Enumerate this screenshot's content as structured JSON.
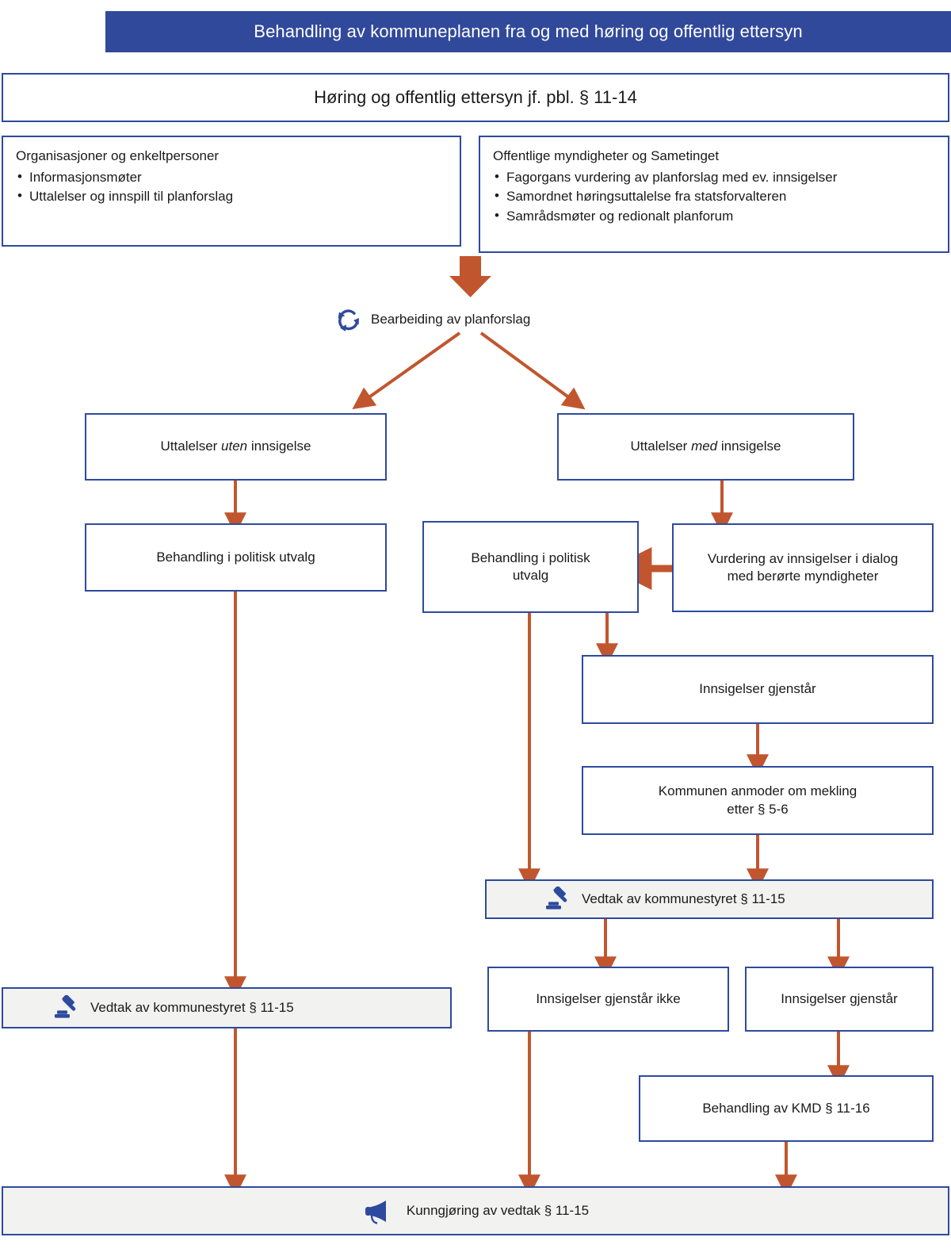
{
  "colors": {
    "banner_bg": "#31499B",
    "box_border": "#2E4A9E",
    "arrow": "#C1562E",
    "gray_fill": "#F2F2F0",
    "icon_blue": "#2E4A9E",
    "text": "#1A1A1A"
  },
  "banner": {
    "title": "Behandling av kommuneplanen fra og med høring og offentlig ettersyn"
  },
  "hearing_box": {
    "label": "Høring og offentlig ettersyn jf. pbl. § 11-14"
  },
  "participants": {
    "left": {
      "heading": "Organisasjoner og enkeltpersoner",
      "items": [
        "Informasjonsmøter",
        "Uttalelser og innspill til planforslag"
      ]
    },
    "right": {
      "heading": "Offentlige myndigheter og Sametinget",
      "items": [
        "Fagorgans vurdering av planforslag med ev. innsigelser",
        "Samordnet høringsuttalelse fra statsforvalteren",
        "Samrådsmøter og redionalt planforum"
      ]
    }
  },
  "processing": {
    "icon": "recycle-arrows-icon",
    "label": "Bearbeiding av planforslag"
  },
  "branches": {
    "without_objection": {
      "pre": "Uttalelser ",
      "emph": "uten",
      "post": " innsigelse"
    },
    "with_objection": {
      "pre": "Uttalelser ",
      "emph": "med",
      "post": " innsigelse"
    }
  },
  "nodes": {
    "political_left": "Behandling i politisk utvalg",
    "political_mid": "Behandling i politisk utvalg",
    "assessment": "Vurdering av innsigelser i dialog med berørte myndigheter",
    "objections_remain_1": "Innsigelser gjenstår",
    "mediation": "Kommunen anmoder om mekling etter § 5-6",
    "decision_mid": {
      "icon": "gavel-icon",
      "label": "Vedtak av kommunestyret § 11-15"
    },
    "no_objections_remain": "Innsigelser gjenstår ikke",
    "objections_remain_2": "Innsigelser gjenstår",
    "kmd": "Behandling av KMD § 11-16",
    "decision_left": {
      "icon": "gavel-icon",
      "label": "Vedtak av kommunestyret § 11-15"
    },
    "announcement": {
      "icon": "megaphone-icon",
      "label": "Kunngjøring av vedtak § 11-15"
    }
  },
  "chart_data": {
    "type": "diagram",
    "title": "Behandling av kommuneplanen fra og med høring og offentlig ettersyn",
    "flow": [
      {
        "id": "hearing",
        "label": "Høring og offentlig ettersyn jf. pbl. § 11-14",
        "to": [
          "participants_left",
          "participants_right"
        ]
      },
      {
        "id": "participants_left",
        "label": "Organisasjoner og enkeltpersoner",
        "to": []
      },
      {
        "id": "participants_right",
        "label": "Offentlige myndigheter og Sametinget",
        "to": [
          "processing"
        ]
      },
      {
        "id": "processing",
        "label": "Bearbeiding av planforslag",
        "to": [
          "without_objection",
          "with_objection"
        ]
      },
      {
        "id": "without_objection",
        "label": "Uttalelser uten innsigelse",
        "to": [
          "political_left"
        ]
      },
      {
        "id": "with_objection",
        "label": "Uttalelser med innsigelse",
        "to": [
          "assessment"
        ]
      },
      {
        "id": "political_left",
        "label": "Behandling i politisk utvalg",
        "to": [
          "decision_left"
        ]
      },
      {
        "id": "assessment",
        "label": "Vurdering av innsigelser i dialog med berørte myndigheter",
        "to": [
          "political_mid"
        ]
      },
      {
        "id": "political_mid",
        "label": "Behandling i politisk utvalg",
        "to": [
          "objections_remain_1",
          "decision_mid"
        ]
      },
      {
        "id": "objections_remain_1",
        "label": "Innsigelser gjenstår",
        "to": [
          "mediation"
        ]
      },
      {
        "id": "mediation",
        "label": "Kommunen anmoder om mekling etter § 5-6",
        "to": [
          "decision_mid"
        ]
      },
      {
        "id": "decision_mid",
        "label": "Vedtak av kommunestyret § 11-15",
        "to": [
          "no_objections_remain",
          "objections_remain_2"
        ]
      },
      {
        "id": "no_objections_remain",
        "label": "Innsigelser gjenstår ikke",
        "to": [
          "announcement"
        ]
      },
      {
        "id": "objections_remain_2",
        "label": "Innsigelser gjenstår",
        "to": [
          "kmd"
        ]
      },
      {
        "id": "kmd",
        "label": "Behandling av KMD § 11-16",
        "to": [
          "announcement"
        ]
      },
      {
        "id": "decision_left",
        "label": "Vedtak av kommunestyret § 11-15",
        "to": [
          "announcement"
        ]
      },
      {
        "id": "announcement",
        "label": "Kunngjøring av vedtak § 11-15",
        "to": []
      }
    ]
  }
}
